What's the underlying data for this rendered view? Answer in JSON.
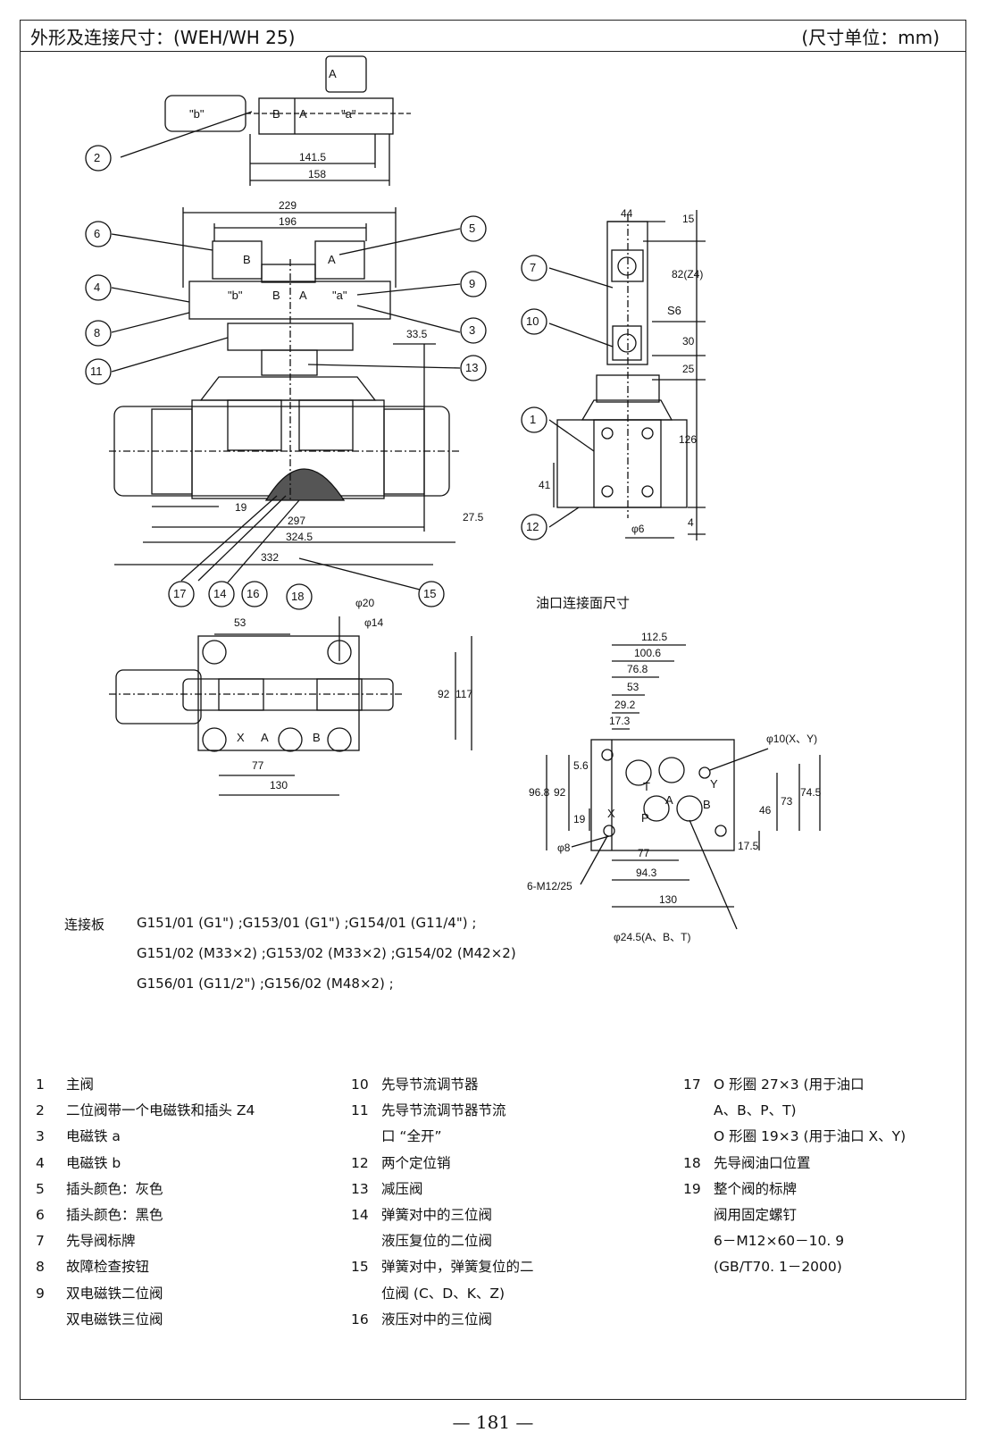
{
  "header": {
    "title": "外形及连接尺寸：(WEH/WH 25)",
    "units": "(尺寸单位：mm)"
  },
  "drawing_labels": {
    "solenoid_a": "A",
    "solenoid_b": "B",
    "plug_a": "\"a\"",
    "plug_b": "\"b\"",
    "x_label": "X",
    "y_label": "Y",
    "t_label": "T",
    "p_label": "P",
    "s6": "S6"
  },
  "dimensions": {
    "top": [
      "141.5",
      "158"
    ],
    "front": [
      "229",
      "196",
      "33.5",
      "19",
      "297",
      "324.5",
      "332",
      "27.5"
    ],
    "side": [
      "44",
      "15",
      "82(Z4)",
      "30",
      "25",
      "126",
      "41",
      "4",
      "φ6"
    ],
    "plan": [
      "53",
      "φ20",
      "φ14",
      "92",
      "117",
      "77",
      "130"
    ],
    "port_face": [
      "112.5",
      "100.6",
      "76.8",
      "53",
      "29.2",
      "17.3",
      "5.6",
      "96.8",
      "92",
      "19",
      "φ8",
      "77",
      "94.3",
      "130",
      "46",
      "73",
      "74.5",
      "17.5",
      "φ10(X、Y)",
      "6-M12/25",
      "φ24.5(A、B、T)"
    ]
  },
  "callouts": [
    "1",
    "2",
    "3",
    "4",
    "5",
    "6",
    "7",
    "8",
    "9",
    "10",
    "11",
    "12",
    "13",
    "14",
    "15",
    "16",
    "17",
    "18"
  ],
  "port_face_title": "油口连接面尺寸",
  "connection_plates": {
    "label": "连接板",
    "lines": [
      "G151/01 (G1\") ;G153/01 (G1\") ;G154/01 (G11/4\") ;",
      "G151/02 (M33×2) ;G153/02 (M33×2) ;G154/02 (M42×2)",
      "G156/01 (G11/2\") ;G156/02 (M48×2) ;"
    ]
  },
  "legend": {
    "col1": [
      {
        "num": "1",
        "text": "主阀"
      },
      {
        "num": "2",
        "text": "二位阀带一个电磁铁和插头 Z4"
      },
      {
        "num": "3",
        "text": "电磁铁 a"
      },
      {
        "num": "4",
        "text": "电磁铁 b"
      },
      {
        "num": "5",
        "text": "插头颜色：灰色"
      },
      {
        "num": "6",
        "text": "插头颜色：黑色"
      },
      {
        "num": "7",
        "text": "先导阀标牌"
      },
      {
        "num": "8",
        "text": "故障检查按钮"
      },
      {
        "num": "9",
        "text": "双电磁铁二位阀"
      },
      {
        "num": "",
        "text": "双电磁铁三位阀"
      }
    ],
    "col2": [
      {
        "num": "10",
        "text": "先导节流调节器"
      },
      {
        "num": "11",
        "text": "先导节流调节器节流"
      },
      {
        "num": "",
        "text": "口 “全开”"
      },
      {
        "num": "12",
        "text": "两个定位销"
      },
      {
        "num": "13",
        "text": "减压阀"
      },
      {
        "num": "14",
        "text": "弹簧对中的三位阀"
      },
      {
        "num": "",
        "text": "液压复位的二位阀"
      },
      {
        "num": "15",
        "text": "弹簧对中，弹簧复位的二"
      },
      {
        "num": "",
        "text": "位阀 (C、D、K、Z)"
      },
      {
        "num": "16",
        "text": "液压对中的三位阀"
      }
    ],
    "col3": [
      {
        "num": "17",
        "text": "O 形圈 27×3 (用于油口"
      },
      {
        "num": "",
        "text": "A、B、P、T)"
      },
      {
        "num": "",
        "text": "O 形圈 19×3 (用于油口 X、Y)"
      },
      {
        "num": "18",
        "text": "先导阀油口位置"
      },
      {
        "num": "19",
        "text": "整个阀的标牌"
      },
      {
        "num": "",
        "text": "阀用固定螺钉"
      },
      {
        "num": "",
        "text": "6－M12×60－10. 9"
      },
      {
        "num": "",
        "text": "(GB/T70. 1－2000)"
      }
    ]
  },
  "page_number": "— 181 —"
}
